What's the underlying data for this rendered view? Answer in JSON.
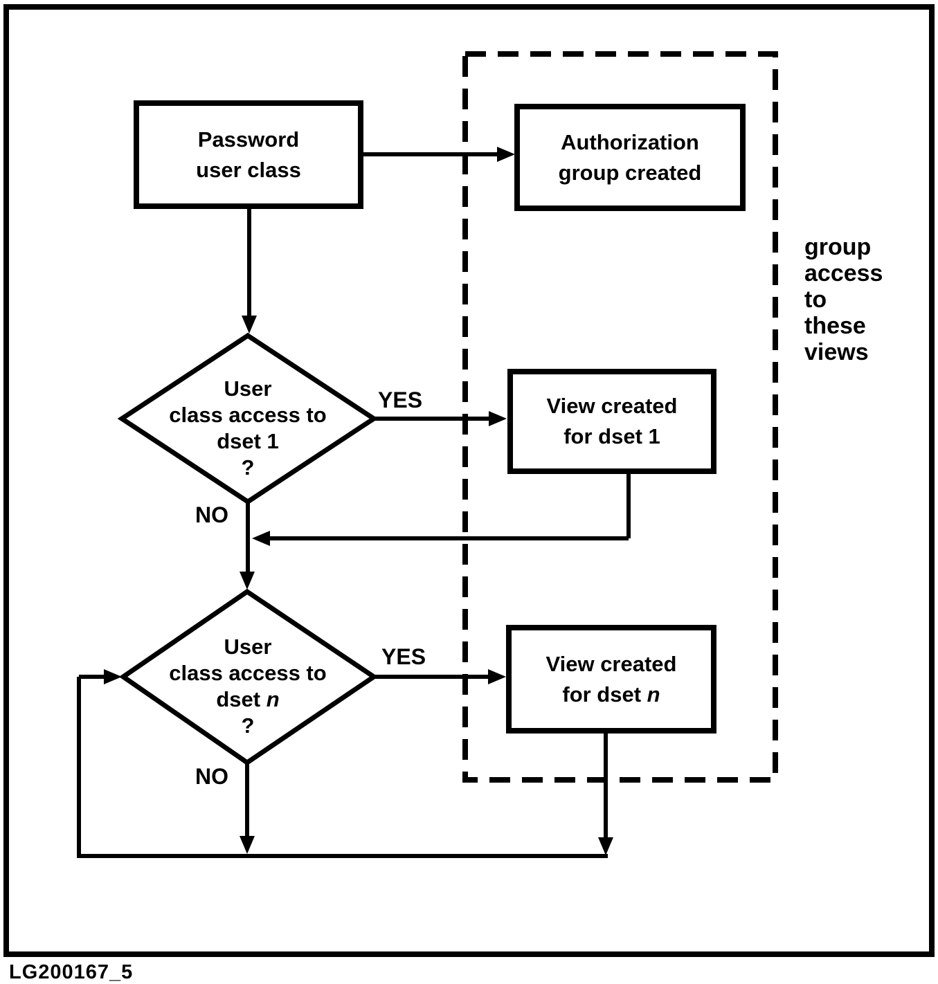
{
  "figure": {
    "caption": "LG200167_5",
    "colors": {
      "ink": "#000000",
      "paper": "#ffffff"
    },
    "nodes": {
      "password": {
        "line1": "Password",
        "line2": "user class"
      },
      "auth_group": {
        "line1": "Authorization",
        "line2": "group created"
      },
      "decision1": {
        "line1": "User",
        "line2": "class access to",
        "line3": "dset 1",
        "line4": "?"
      },
      "view1": {
        "line1": "View created",
        "line2": "for dset 1"
      },
      "decision_n": {
        "line1": "User",
        "line2": "class access to",
        "line3_prefix": "dset ",
        "line3_italic": "n",
        "line4": "?"
      },
      "view_n": {
        "line1": "View created",
        "line2_prefix": "for dset ",
        "line2_italic": "n"
      }
    },
    "edge_labels": {
      "yes1": "YES",
      "no1": "NO",
      "yes2": "YES",
      "no2": "NO"
    },
    "side_note": {
      "lines": [
        "group",
        "access",
        "to",
        "these",
        "views"
      ]
    }
  }
}
